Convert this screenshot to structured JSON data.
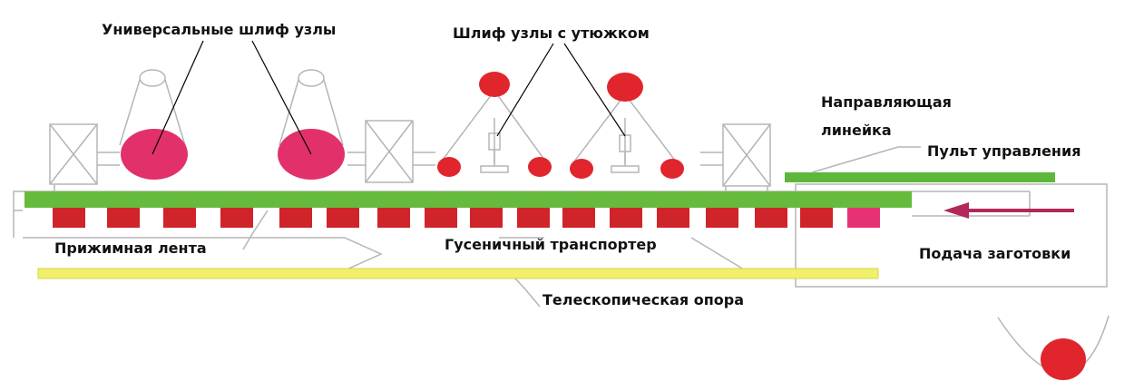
{
  "labels": {
    "universal_heads": "Универсальные шлиф узлы",
    "iron_heads": "Шлиф узлы с утюжком",
    "guide_ruler_line1": "Направляющая",
    "guide_ruler_line2": "линейка",
    "control_panel": "Пульт управления",
    "press_belt": "Прижимная лента",
    "crawler_conveyor": "Гусеничный транспортер",
    "workpiece_feed": "Подача заготовки",
    "telescopic_support": "Телескопическая опора"
  },
  "colors": {
    "outline": "#b5b5b5",
    "leader_line": "#000000",
    "universal_head": "#e2316a",
    "small_drum": "#e0252c",
    "conveyor_block": "#d0242b",
    "conveyor_block_last": "#e63274",
    "press_belt": "#66bb3c",
    "guide_ruler": "#5cb73a",
    "telescopic_support": "#f1ef6c",
    "feed_arrow": "#b3285a"
  },
  "icons": {
    "feed_direction": "arrow-left-icon"
  }
}
